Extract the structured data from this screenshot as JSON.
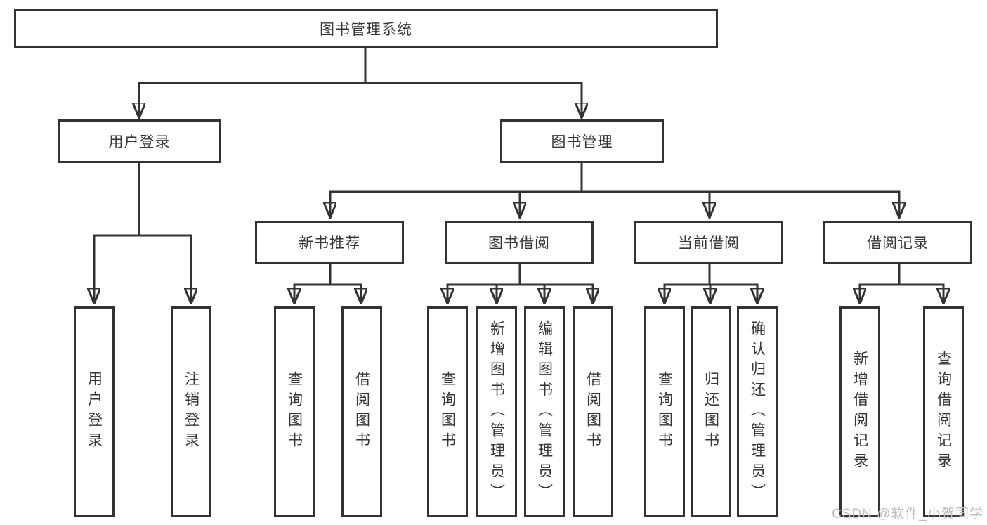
{
  "tree": {
    "root": {
      "label": "图书管理系统",
      "children": [
        {
          "label": "用户登录",
          "children": [
            {
              "label": "用户登录"
            },
            {
              "label": "注销登录"
            }
          ]
        },
        {
          "label": "图书管理",
          "children": [
            {
              "label": "新书推荐",
              "children": [
                {
                  "label": "查询图书"
                },
                {
                  "label": "借阅图书"
                }
              ]
            },
            {
              "label": "图书借阅",
              "children": [
                {
                  "label": "查询图书"
                },
                {
                  "label": "新增图书（管理员）"
                },
                {
                  "label": "编辑图书（管理员）"
                },
                {
                  "label": "借阅图书"
                }
              ]
            },
            {
              "label": "当前借阅",
              "children": [
                {
                  "label": "查询图书"
                },
                {
                  "label": "归还图书"
                },
                {
                  "label": "确认归还（管理员）"
                }
              ]
            },
            {
              "label": "借阅记录",
              "children": [
                {
                  "label": "新增借阅记录"
                },
                {
                  "label": "查询借阅记录"
                }
              ]
            }
          ]
        }
      ]
    }
  },
  "watermark": {
    "text": "CSDN @软件_小贺同学"
  },
  "colors": {
    "line": "#333333",
    "text": "#363636",
    "background": "#ffffff",
    "watermark": "#bfbfbf"
  }
}
